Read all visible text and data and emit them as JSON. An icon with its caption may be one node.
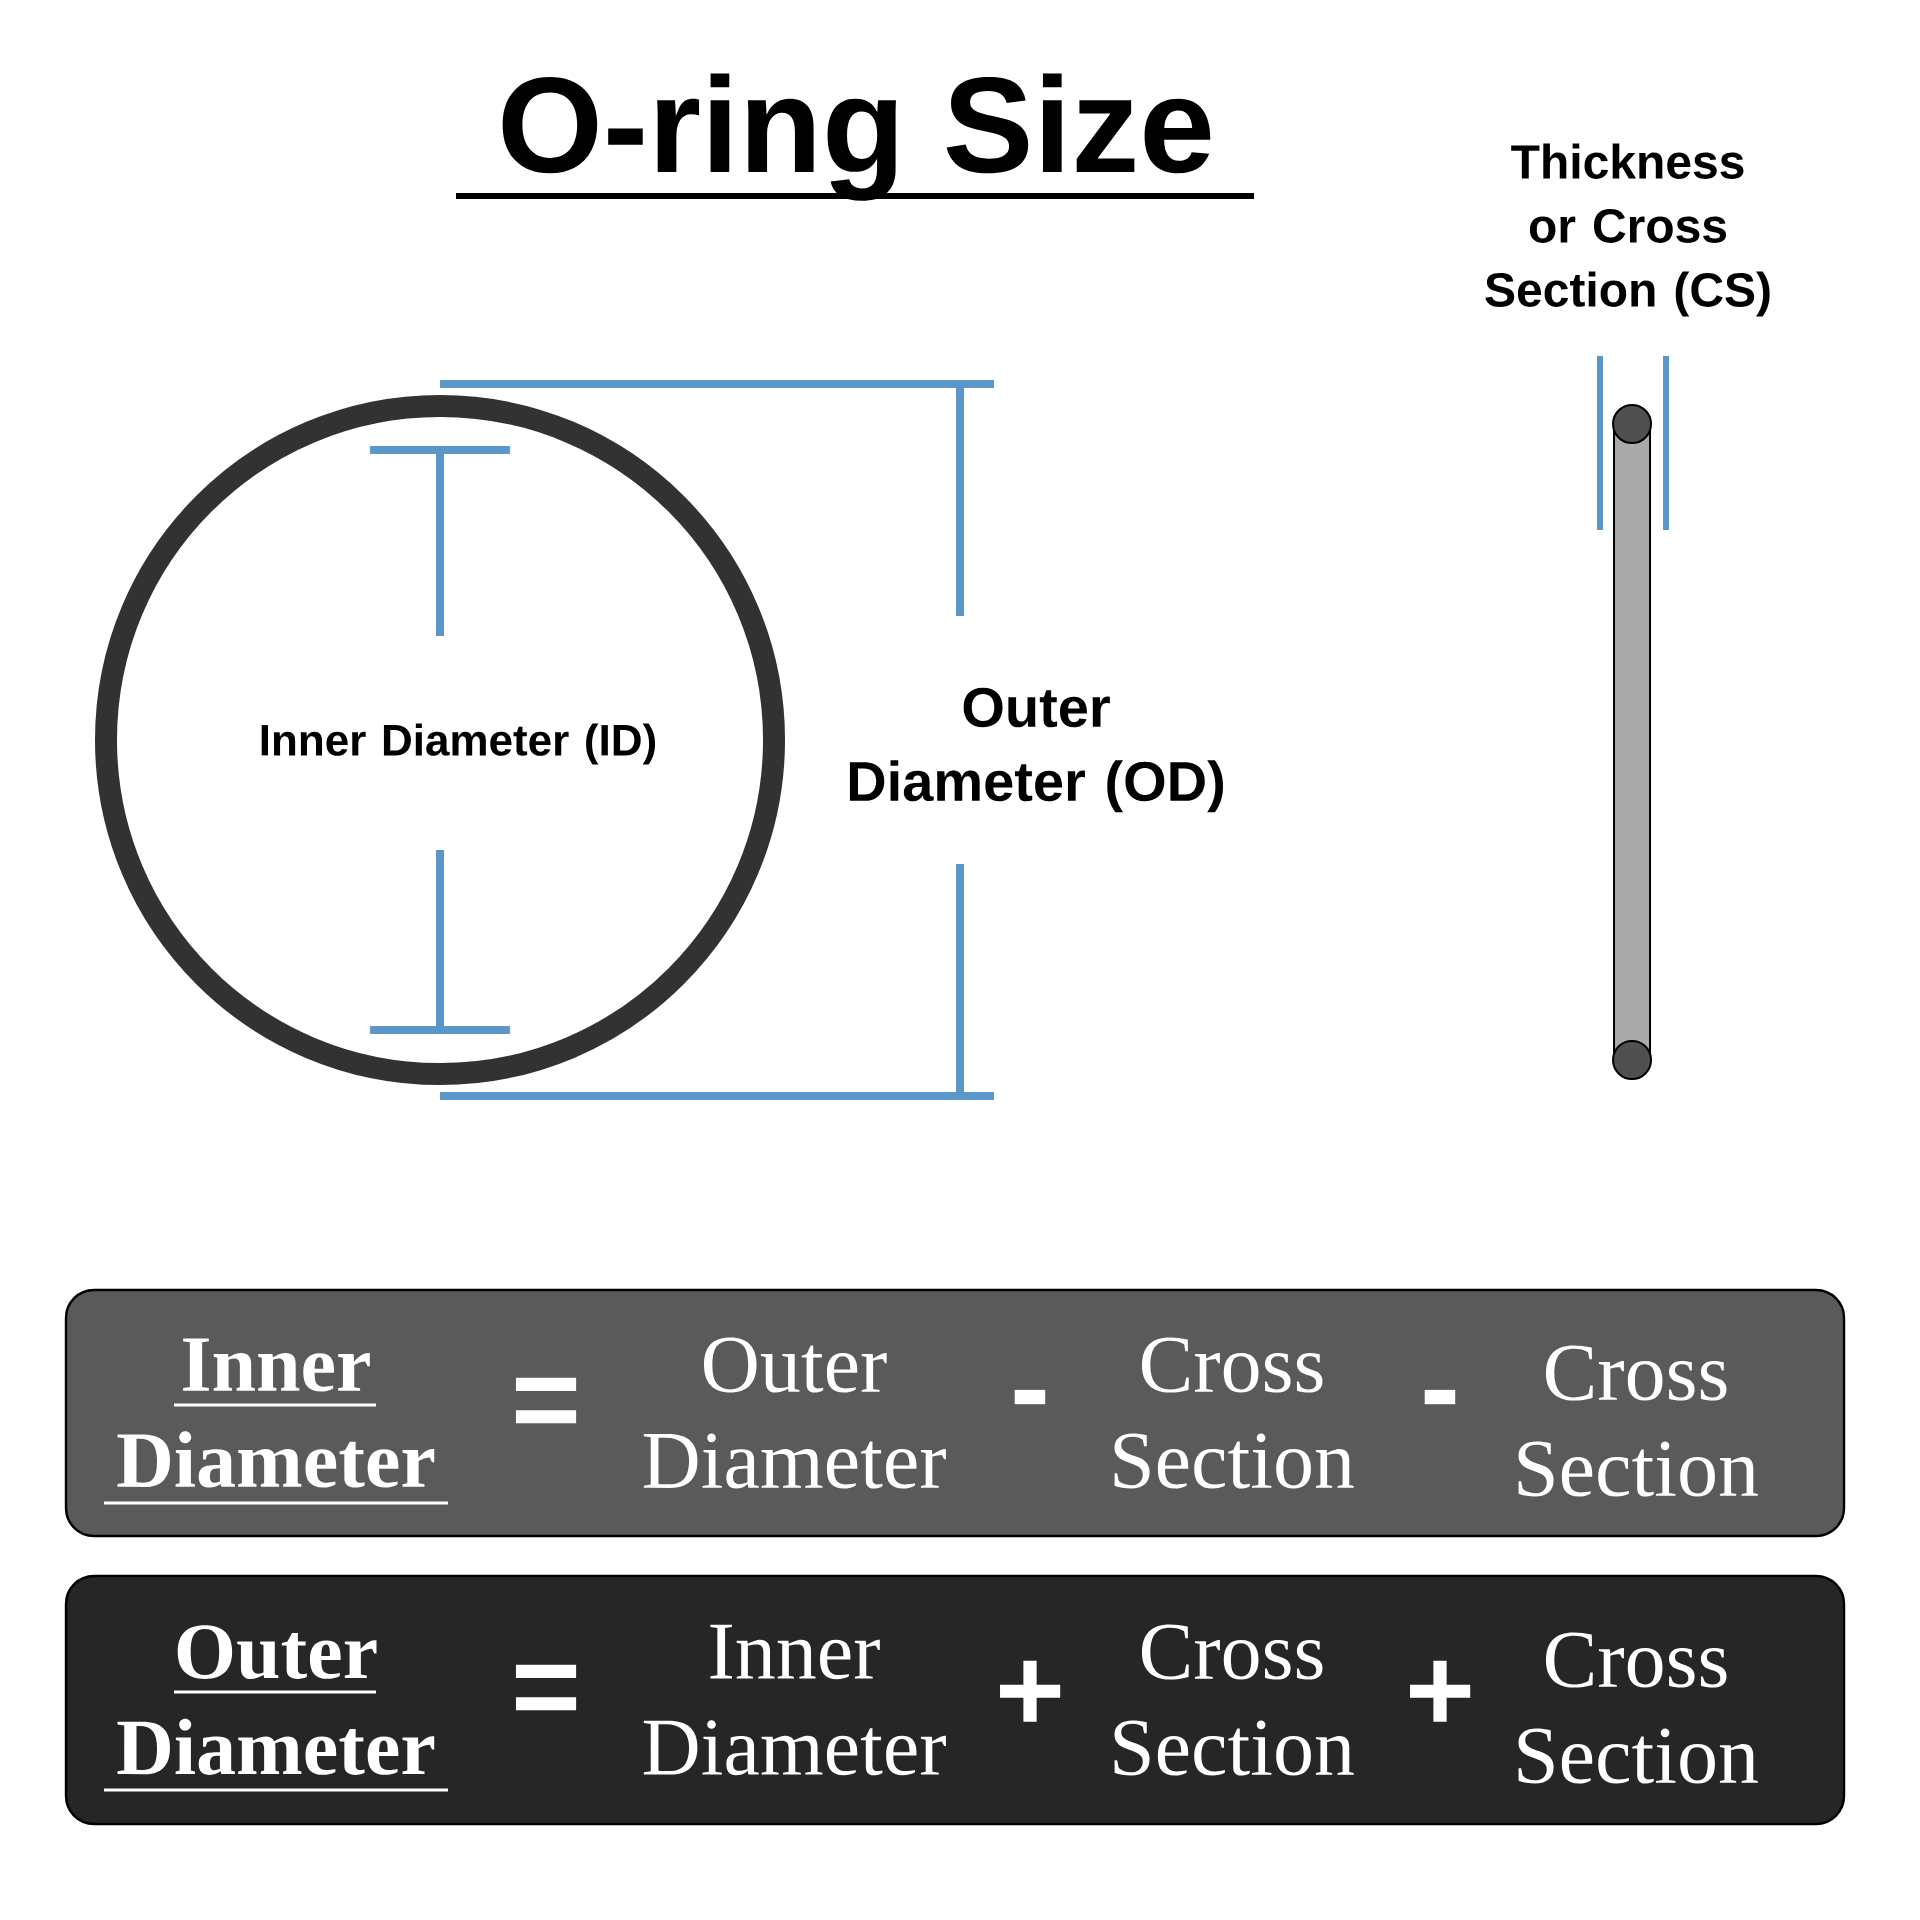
{
  "diagram": {
    "title": "O-ring Size",
    "nodes": [
      {
        "text": [
          "Inner Diameter",
          "=",
          "Outer Diameter",
          "-",
          "Cross Section",
          "-",
          "Cross Section"
        ]
      },
      {
        "text": [
          "Outer Diameter",
          "=",
          "Inner Diameter",
          "+",
          "Cross Section",
          "+",
          "Cross Section"
        ]
      }
    ],
    "labels": [
      "Thickness or Cross Section (CS)",
      "Inner Diameter (ID)",
      "Outer Diameter (OD)"
    ]
  }
}
